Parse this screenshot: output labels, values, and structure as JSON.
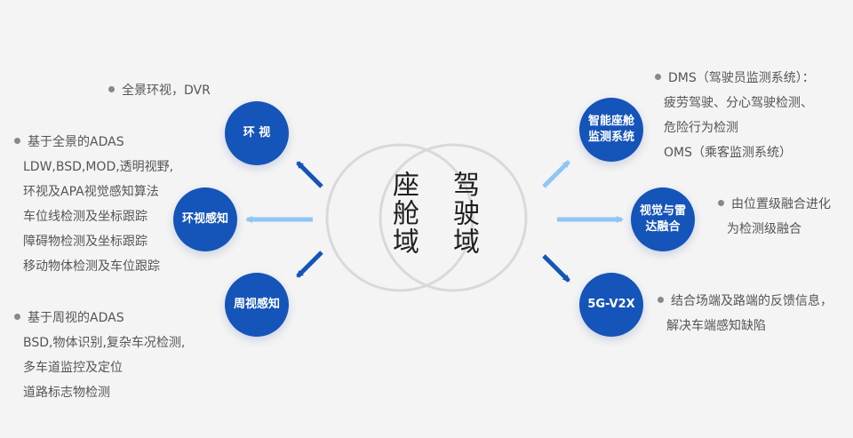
{
  "center": {
    "left_text": "座舱域",
    "right_text": "驾驶域"
  },
  "left_nodes": [
    {
      "label": "环 视"
    },
    {
      "label": "环视感知"
    },
    {
      "label": "周视感知"
    }
  ],
  "right_nodes": [
    {
      "label": "智能座舱\n监测系统"
    },
    {
      "label": "视觉与雷\n达融合"
    },
    {
      "label": "5G-V2X"
    }
  ],
  "left_notes": {
    "top": [
      "全景环视，DVR"
    ],
    "middle": [
      "基于全景的ADAS",
      "LDW,BSD,MOD,透明视野,",
      "环视及APA视觉感知算法",
      "车位线检测及坐标跟踪",
      "障碍物检测及坐标跟踪",
      "移动物体检测及车位跟踪"
    ],
    "bottom": [
      "基于周视的ADAS",
      "BSD,物体识别,复杂车况检测,",
      "多车道监控及定位",
      "道路标志物检测"
    ]
  },
  "right_notes": {
    "top": [
      "DMS（驾驶员监测系统）：",
      "疲劳驾驶、分心驾驶检测、",
      "危险行为检测",
      "OMS（乘客监测系统）"
    ],
    "middle": [
      "由位置级融合进化",
      "为检测级融合"
    ],
    "bottom": [
      "结合场端及路端的反馈信息，",
      "解决车端感知缺陷"
    ]
  },
  "colors": {
    "node": "#1554b8",
    "arrow_dark": "#1554b8",
    "arrow_light": "#8fc6f5",
    "ring": "#d9d9d9"
  }
}
